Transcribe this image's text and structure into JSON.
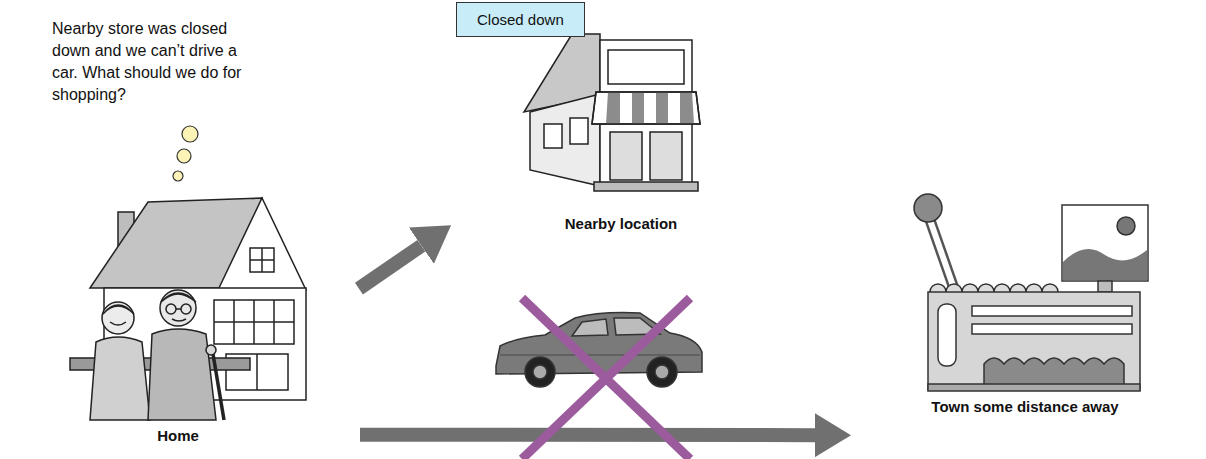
{
  "diagram": {
    "nodes": [
      {
        "text": [
          "Nearby store was closed down and we can’t drive a car. What should we do for shopping?"
        ]
      },
      {
        "text": [
          "Closed down"
        ]
      },
      {
        "text": [
          "Nearby location"
        ]
      },
      {
        "text": [
          "Home"
        ]
      },
      {
        "text": [
          "Town some distance away"
        ]
      }
    ],
    "edges": [
      {
        "from": 3,
        "to": 2,
        "arrow": "to"
      },
      {
        "from": 3,
        "to": 4,
        "arrow": "to"
      }
    ]
  }
}
